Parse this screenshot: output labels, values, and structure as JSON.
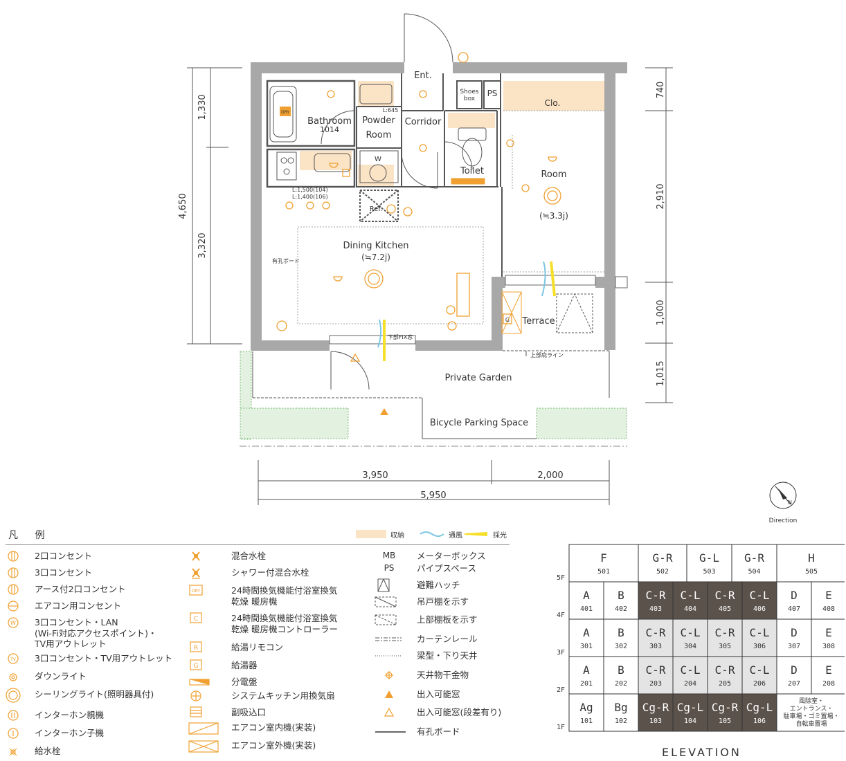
{
  "rooms": {
    "entrance": "Ent.",
    "shoes_box": "Shoes\nbox",
    "ps": "PS",
    "clo": "Clo.",
    "bathroom": "Bathroom",
    "bathroom_size": "1014",
    "powder_room_1": "Powder",
    "powder_room_2": "Room",
    "corridor": "Corridor",
    "toilet": "Toilet",
    "room": "Room",
    "room_size": "(≒3.3j)",
    "dining_kitchen": "Dining Kitchen",
    "dining_kitchen_size": "(≒7.2j)",
    "terrace": "Terrace",
    "private_garden": "Private Garden",
    "bicycle_parking": "Bicycle Parking Space",
    "washer": "W",
    "ref": "Ref.",
    "l645": "L:645",
    "l1500": "L:1,500(104)",
    "l1400": "L:1,400(106)",
    "perforated_board": "有孔ボード",
    "lower_fix_window": "下部FIX窓",
    "upper_eave_line": "上部庇ライン",
    "direction": "Direction",
    "north": "N",
    "dry": "DRY",
    "g": "G",
    "c": "C",
    "r": "R"
  },
  "dimensions": {
    "left_total": "4,650",
    "left_upper": "1,330",
    "left_lower": "3,320",
    "right_1": "740",
    "right_2": "2,910",
    "right_3": "1,000",
    "right_4": "1,015",
    "bottom_1": "3,950",
    "bottom_2": "2,000",
    "bottom_total": "5,950"
  },
  "legend": {
    "title": "凡 例",
    "storage": "収納",
    "ventilation": "通風",
    "lighting": "採光",
    "items_col1": [
      {
        "icon": "outlet-2-icon",
        "label": "2口コンセント"
      },
      {
        "icon": "outlet-3-icon",
        "label": "3口コンセント"
      },
      {
        "icon": "outlet-earth-icon",
        "label": "アース付2口コンセント"
      },
      {
        "icon": "aircon-outlet-icon",
        "label": "エアコン用コンセント"
      },
      {
        "icon": "lan-outlet-icon",
        "label": "3口コンセント・LAN\n(Wi-Fi対応アクセスポイント)・\nTV用アウトレット"
      },
      {
        "icon": "tv-outlet-icon",
        "label": "3口コンセント・TV用アウトレット"
      },
      {
        "icon": "downlight-icon",
        "label": "ダウンライト"
      },
      {
        "icon": "ceiling-light-icon",
        "label": "シーリングライト(照明器具付)"
      },
      {
        "icon": "intercom-main-icon",
        "label": "インターホン親機"
      },
      {
        "icon": "intercom-sub-icon",
        "label": "インターホン子機"
      },
      {
        "icon": "water-faucet-icon",
        "label": "給水栓"
      }
    ],
    "items_col2": [
      {
        "icon": "mixing-faucet-icon",
        "label": "混合水栓"
      },
      {
        "icon": "shower-faucet-icon",
        "label": "シャワー付混合水栓"
      },
      {
        "icon": "bath-dryer-icon",
        "label": "24時間換気機能付浴室換気\n乾燥 暖房機"
      },
      {
        "icon": "bath-dryer-controller-icon",
        "label": "24時間換気機能付浴室換気\n乾燥 暖房機コントローラー"
      },
      {
        "icon": "water-heater-remote-icon",
        "label": "給湯リモコン"
      },
      {
        "icon": "water-heater-icon",
        "label": "給湯器"
      },
      {
        "icon": "distribution-board-icon",
        "label": "分電盤"
      },
      {
        "icon": "kitchen-fan-icon",
        "label": "システムキッチン用換気扇"
      },
      {
        "icon": "sub-intake-icon",
        "label": "副吸込口"
      },
      {
        "icon": "aircon-indoor-icon",
        "label": "エアコン室内機(実装)"
      },
      {
        "icon": "aircon-outdoor-icon",
        "label": "エアコン室外機(実装)"
      }
    ],
    "items_col3": [
      {
        "sym": "MB",
        "icon": "",
        "label": "メーターボックス"
      },
      {
        "sym": "PS",
        "icon": "",
        "label": "パイプスペース"
      },
      {
        "sym": "",
        "icon": "evacuation-hatch-icon",
        "label": "避難ハッチ"
      },
      {
        "sym": "",
        "icon": "hanging-shelf-icon",
        "label": "吊戸棚を示す"
      },
      {
        "sym": "",
        "icon": "upper-shelf-icon",
        "label": "上部棚板を示す"
      },
      {
        "sym": "",
        "icon": "curtain-rail-icon",
        "label": "カーテンレール"
      },
      {
        "sym": "",
        "icon": "beam-icon",
        "label": "梁型・下り天井"
      },
      {
        "sym": "",
        "icon": "ceiling-hanger-icon",
        "label": "天井物干金物"
      },
      {
        "sym": "",
        "icon": "entry-window-icon",
        "label": "出入可能窓"
      },
      {
        "sym": "",
        "icon": "entry-window-step-icon",
        "label": "出入可能窓(段差有り)"
      },
      {
        "sym": "",
        "icon": "perforated-board-icon",
        "label": "有孔ボード"
      }
    ]
  },
  "elevation": {
    "title": "ELEVATION",
    "floors": [
      "5F",
      "4F",
      "3F",
      "2F",
      "1F"
    ],
    "row5": [
      {
        "type": "F",
        "num": "501",
        "style": "white"
      },
      {
        "type": "G-R",
        "num": "502",
        "style": "white"
      },
      {
        "type": "G-L",
        "num": "503",
        "style": "white"
      },
      {
        "type": "G-R",
        "num": "504",
        "style": "white"
      },
      {
        "type": "H",
        "num": "505",
        "style": "white"
      }
    ],
    "row4": [
      {
        "type": "A",
        "num": "401",
        "style": "white"
      },
      {
        "type": "B",
        "num": "402",
        "style": "white"
      },
      {
        "type": "C-R",
        "num": "403",
        "style": "dark"
      },
      {
        "type": "C-L",
        "num": "404",
        "style": "dark"
      },
      {
        "type": "C-R",
        "num": "405",
        "style": "dark"
      },
      {
        "type": "C-L",
        "num": "406",
        "style": "dark"
      },
      {
        "type": "D",
        "num": "407",
        "style": "white"
      },
      {
        "type": "E",
        "num": "408",
        "style": "white"
      }
    ],
    "row3": [
      {
        "type": "A",
        "num": "301",
        "style": "white"
      },
      {
        "type": "B",
        "num": "302",
        "style": "white"
      },
      {
        "type": "C-R",
        "num": "303",
        "style": "light"
      },
      {
        "type": "C-L",
        "num": "304",
        "style": "light"
      },
      {
        "type": "C-R",
        "num": "305",
        "style": "light"
      },
      {
        "type": "C-L",
        "num": "306",
        "style": "light"
      },
      {
        "type": "D",
        "num": "307",
        "style": "white"
      },
      {
        "type": "E",
        "num": "308",
        "style": "white"
      }
    ],
    "row2": [
      {
        "type": "A",
        "num": "201",
        "style": "white"
      },
      {
        "type": "B",
        "num": "202",
        "style": "white"
      },
      {
        "type": "C-R",
        "num": "203",
        "style": "light"
      },
      {
        "type": "C-L",
        "num": "204",
        "style": "light"
      },
      {
        "type": "C-R",
        "num": "205",
        "style": "light"
      },
      {
        "type": "C-L",
        "num": "206",
        "style": "light"
      },
      {
        "type": "D",
        "num": "207",
        "style": "white"
      },
      {
        "type": "E",
        "num": "208",
        "style": "white"
      }
    ],
    "row1": [
      {
        "type": "Ag",
        "num": "101",
        "style": "white"
      },
      {
        "type": "Bg",
        "num": "102",
        "style": "white"
      },
      {
        "type": "Cg-R",
        "num": "103",
        "style": "dark"
      },
      {
        "type": "Cg-L",
        "num": "104",
        "style": "dark"
      },
      {
        "type": "Cg-R",
        "num": "105",
        "style": "dark"
      },
      {
        "type": "Cg-L",
        "num": "106",
        "style": "dark"
      },
      {
        "type": "風除室・\nエントランス・\n駐車場・ゴミ置場・\n自転車置場",
        "num": "",
        "style": "white"
      }
    ]
  },
  "colors": {
    "wall": "#a8a8a8",
    "accent": "#f0a030",
    "storage": "#fbe3c6",
    "garden": "#e3f1e0",
    "cell_dark": "#5b524b",
    "cell_light": "#e4e4e4"
  }
}
